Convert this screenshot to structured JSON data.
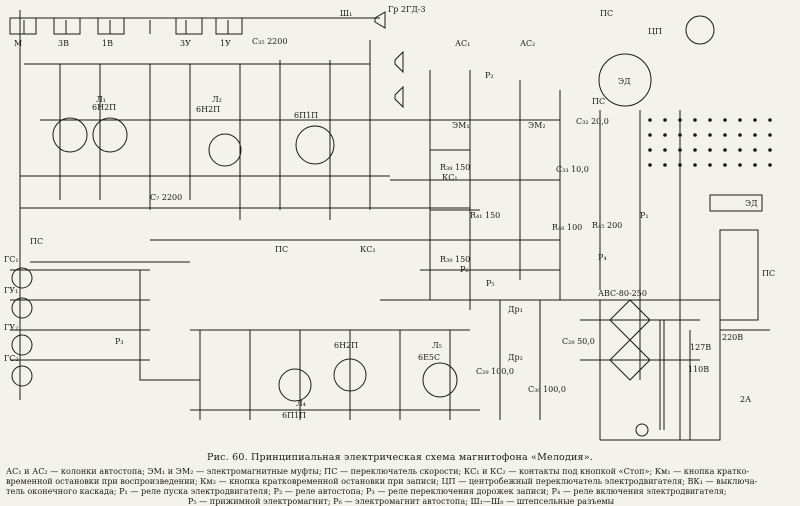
{
  "caption": "Рис. 60. Принципиальная электрическая схема магнитофона «Мелодия».",
  "legend": [
    "АС₁ и АС₂ — колонки автостопа; ЭМ₁ и ЭМ₂ — электромагнитные муфты; ПС — переключатель скорости; КС₁ и КС₂ — контакты под кнопкой «Стоп»; Км₁ — кнопка кратко-",
    "временной остановки при воспроизведении; Км₂ — кнопка кратковременной остановки при записи; ЦП — центробежный переключатель электродвигателя; ВК₁ — выключа-",
    "тель оконечного каскада; Р₁ — реле пуска электродвигателя; Р₂ — реле автостопа; Р₃ — реле переключения дорожек записи; Р₄ — реле включения электродвигателя;",
    "Р₅ — прижимной электромагнит; Р₆ — электромагнит автостопа; Ш₁—Ш₈ — штепсельные разъемы"
  ],
  "labels": {
    "l_m": "М",
    "l_3v": "3В",
    "l_1v": "1В",
    "l_3u": "3У",
    "l_1u": "1У",
    "l_gr": "Гр 2ГД-3",
    "l_sh1": "Ш₁",
    "l_ac1": "АС₁",
    "l_ac2": "АС₂",
    "l_r2": "Р₂",
    "l_ps_top": "ПС",
    "l_cp": "ЦП",
    "l_ed": "ЭД",
    "l_6n2p_1": "6Н2П",
    "l_l1": "Л₁",
    "l_6n2p_2": "6Н2П",
    "l_l2": "Л₂",
    "l_6p1p_top": "6П1П",
    "l_em1": "ЭМ₁",
    "l_em2": "ЭМ₂",
    "l_kc1": "КС₁",
    "l_kc2": "КС₂",
    "l_ps_left": "ПС",
    "l_ps_mid": "ПС",
    "l_ps_right": "ПС",
    "l_gc1": "ГС₁",
    "l_gu1": "ГУ₁",
    "l_gu2": "ГУ₂",
    "l_gc2": "ГС₂",
    "l_6p1p_bot": "6П1П",
    "l_l4": "Л₄",
    "l_6n2p_bot": "6Н2П",
    "l_6e5c": "6Е5С",
    "l_l5": "Л₅",
    "l_avs": "АВС-80-250",
    "l_dr1": "Др₁",
    "l_dr2": "Др₂",
    "l_220": "220В",
    "l_127": "127В",
    "l_110": "110В",
    "l_2a": "2А",
    "l_p1": "Р₁",
    "l_p3": "Р₃",
    "l_p4": "Р₄",
    "l_p5": "Р₅",
    "l_p6": "Р₆",
    "l_ed_right": "ЭД",
    "l_ps_far": "ПС",
    "l_r38": "R₃₈ 150",
    "l_r39": "R₃₉ 150",
    "l_r41": "R₄₁ 150",
    "l_c7": "C₇ 2200",
    "l_c35": "C₃₅ 2200",
    "l_c33": "C₃₃ 10,0",
    "l_c32": "C₃₂ 20,0",
    "l_r45": "R₄₅ 200",
    "l_r46": "R₄₆ 100",
    "l_c30": "C₃₀ 100,0",
    "l_c29": "C₂₉ 100,0",
    "l_c28": "C₂₈ 50,0"
  }
}
